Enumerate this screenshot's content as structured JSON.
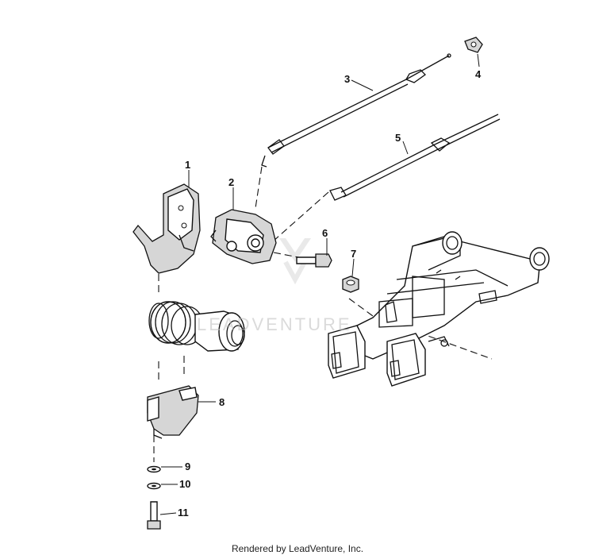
{
  "callouts": [
    {
      "id": "1",
      "label": "1"
    },
    {
      "id": "2",
      "label": "2"
    },
    {
      "id": "3",
      "label": "3"
    },
    {
      "id": "4",
      "label": "4"
    },
    {
      "id": "5",
      "label": "5"
    },
    {
      "id": "6",
      "label": "6"
    },
    {
      "id": "7",
      "label": "7"
    },
    {
      "id": "8",
      "label": "8"
    },
    {
      "id": "9",
      "label": "9"
    },
    {
      "id": "10",
      "label": "10"
    },
    {
      "id": "11",
      "label": "11"
    }
  ],
  "watermark": "LEADVENTURE",
  "footer": {
    "text": "Rendered by LeadVenture, Inc."
  }
}
